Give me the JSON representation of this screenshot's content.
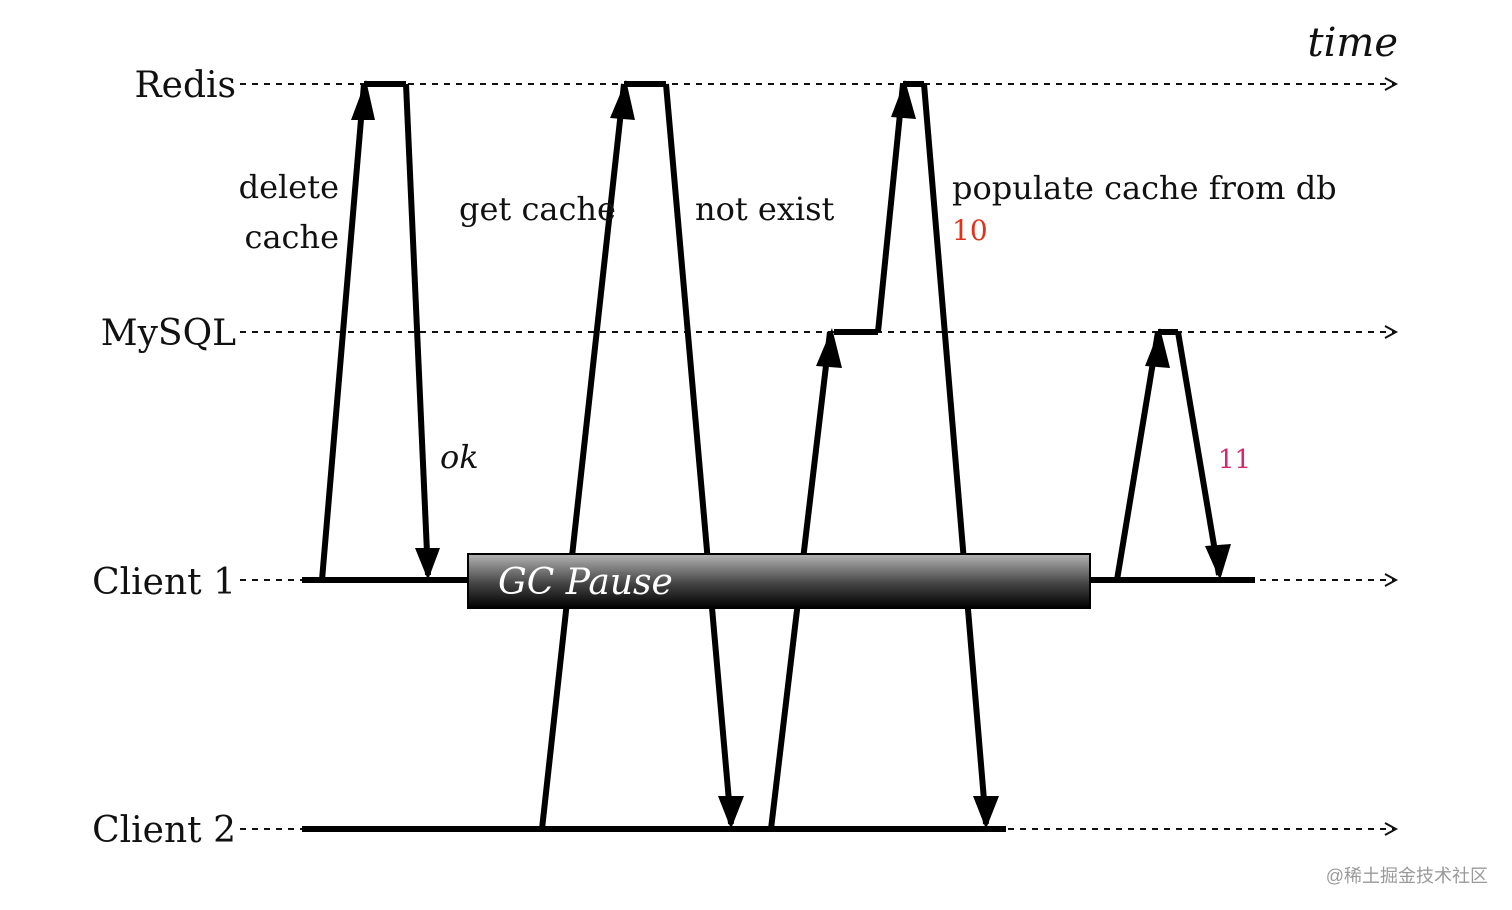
{
  "time_label": "time",
  "lanes": {
    "redis": "Redis",
    "mysql": "MySQL",
    "client1": "Client 1",
    "client2": "Client 2"
  },
  "messages": {
    "delete_cache_line1": "delete",
    "delete_cache_line2": "cache",
    "get_cache": "get cache",
    "not_exist": "not exist",
    "populate": "populate cache from db",
    "ok": "ok"
  },
  "numbers": {
    "ten": "10",
    "eleven": "11"
  },
  "gc_pause": "GC Pause",
  "watermark": "@稀土掘金技术社区",
  "colors": {
    "ten": "#e0321a",
    "eleven": "#d6286e",
    "gc_bar_top": "#b0b0b0",
    "gc_bar_bottom": "#000000"
  }
}
